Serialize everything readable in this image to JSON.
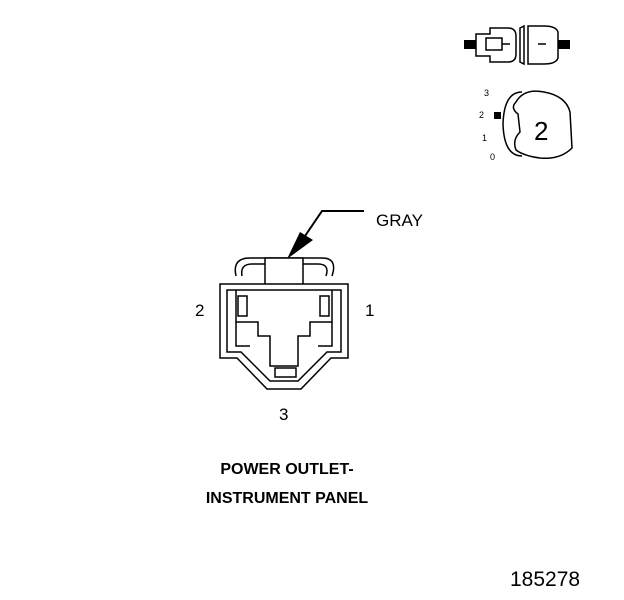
{
  "wire": {
    "color_label": "GRAY"
  },
  "pins": {
    "pin1": "1",
    "pin2": "2",
    "pin3": "3"
  },
  "caption": {
    "line1": "POWER OUTLET-",
    "line2": "INSTRUMENT PANEL"
  },
  "figure_number": "185278",
  "position_indicator": {
    "scale": [
      "3",
      "2",
      "1",
      "0"
    ],
    "selected": "2"
  }
}
